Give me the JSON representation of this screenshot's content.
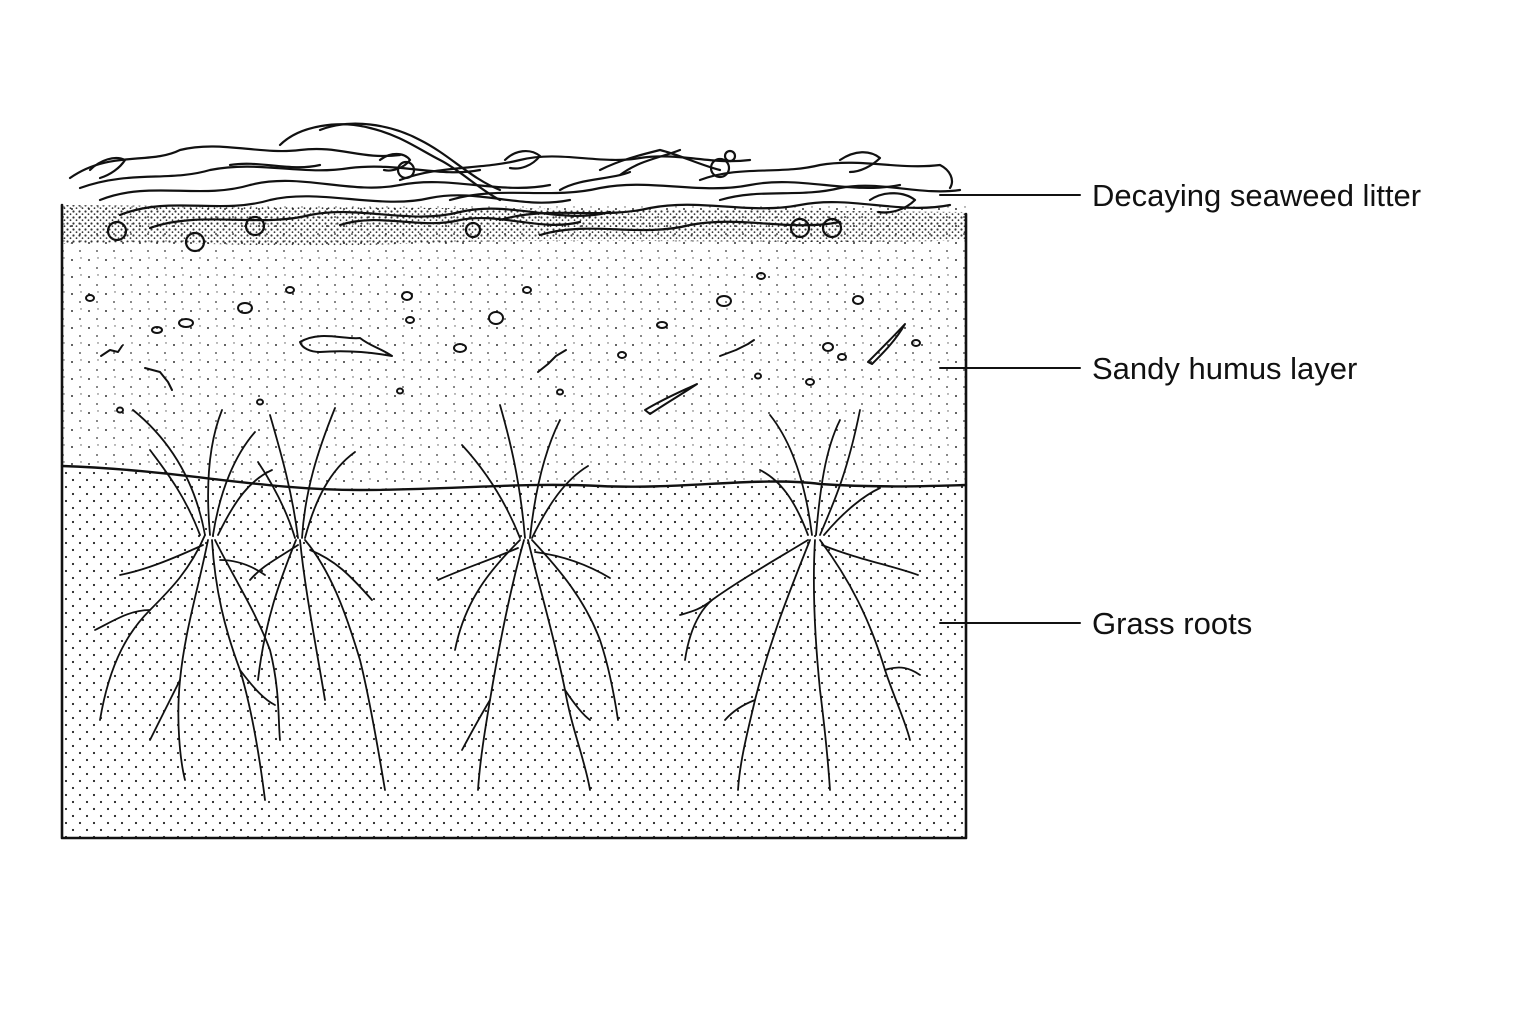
{
  "labels": {
    "litter": "Decaying seaweed litter",
    "humus": "Sandy humus layer",
    "roots": "Grass roots"
  },
  "colors": {
    "ink": "#111111",
    "background": "#ffffff"
  }
}
